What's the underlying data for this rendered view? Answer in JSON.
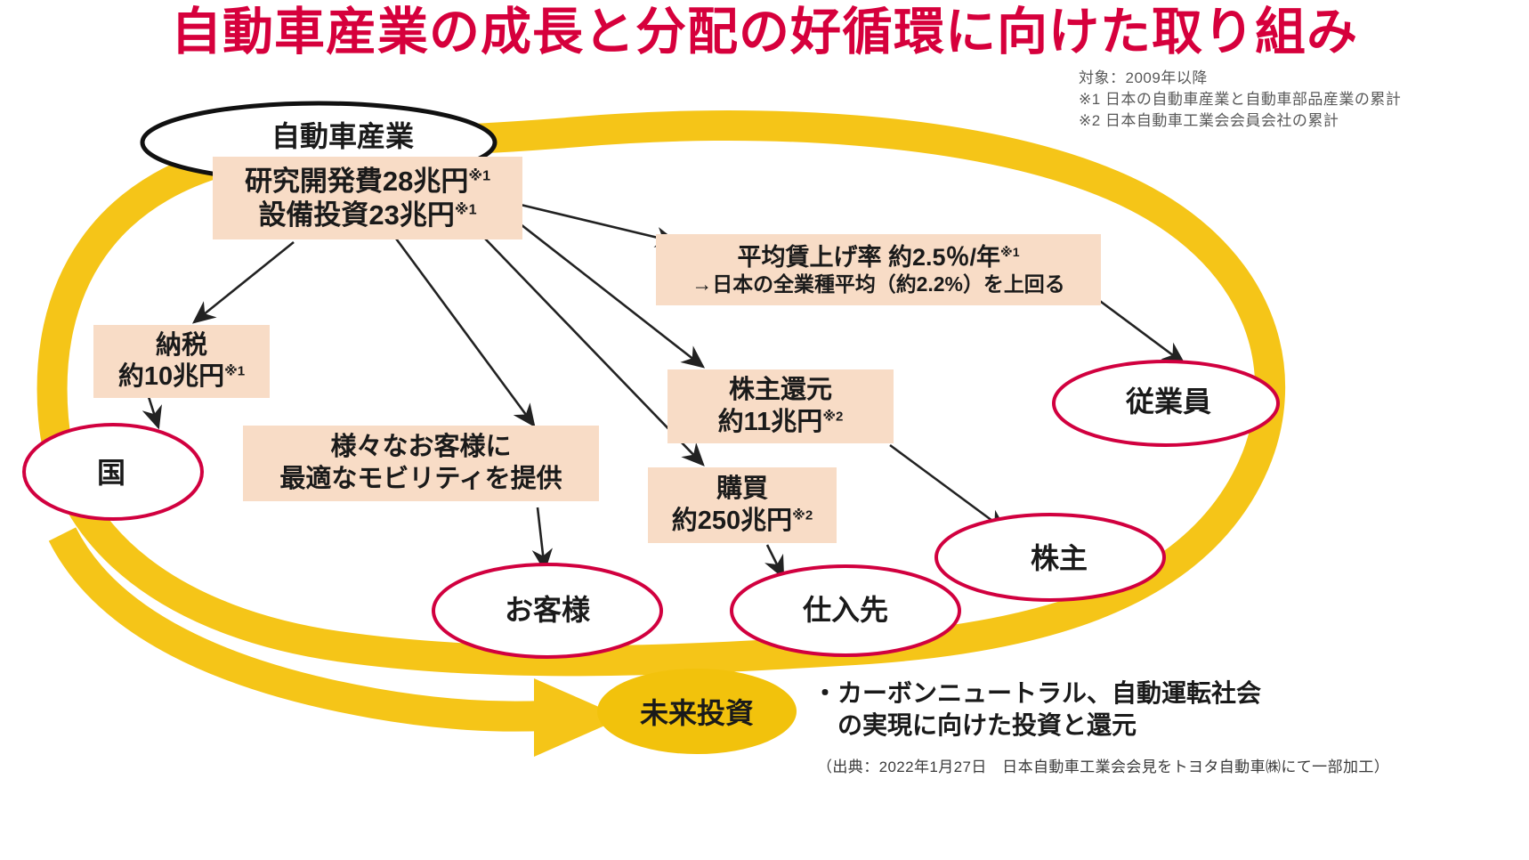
{
  "title": "自動車産業の成長と分配の好循環に向けた取り組み",
  "notes": {
    "line1": "対象：2009年以降",
    "line2": "※1 日本の自動車産業と自動車部品産業の累計",
    "line3": "※2 日本自動車工業会会員会社の累計"
  },
  "colors": {
    "title": "#d6003c",
    "box_fill": "#f8dcc6",
    "flow_yellow": "#f5c518",
    "node_outline_red": "#d1003f",
    "node_outline_black": "#111111",
    "future_fill": "#f2c20c",
    "connector": "#222222"
  },
  "boxes": {
    "industry": {
      "line1": "研究開発費28兆円",
      "line1_note": "※1",
      "line2": "設備投資23兆円",
      "line2_note": "※1"
    },
    "wage": {
      "line1": "平均賃上げ率 約2.5％/年",
      "line1_note": "※1",
      "line2": "→日本の全業種平均（約2.2%）を上回る"
    },
    "tax": {
      "line1": "納税",
      "line2": "約10兆円",
      "line2_note": "※1"
    },
    "dividend": {
      "line1": "株主還元",
      "line2": "約11兆円",
      "line2_note": "※2"
    },
    "mobility": {
      "line1": "様々なお客様に",
      "line2": "最適なモビリティを提供"
    },
    "purchase": {
      "line1": "購買",
      "line2": "約250兆円",
      "line2_note": "※2"
    }
  },
  "nodes": {
    "auto_industry": "自動車産業",
    "kuni": "国",
    "employee": "従業員",
    "customer": "お客様",
    "supplier": "仕入先",
    "shareholder": "株主",
    "future_investment": "未来投資"
  },
  "carbon_neutral": {
    "line1": "・カーボンニュートラル、自動運転社会",
    "line2": "　の実現に向けた投資と還元"
  },
  "source": "（出典：2022年1月27日　日本自動車工業会会見をトヨタ自動車㈱にて一部加工）"
}
